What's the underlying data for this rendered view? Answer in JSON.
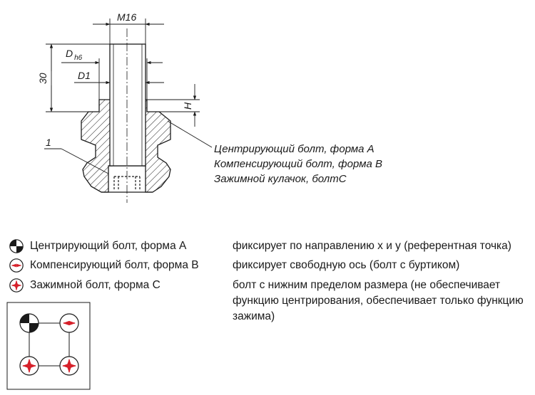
{
  "dimensions": {
    "thread": "M16",
    "d_outer": "D",
    "d_outer_tolerance": "h6",
    "d_inner": "D1",
    "height": "30",
    "h": "H"
  },
  "part_number": "1",
  "callouts": [
    "Центрирующий болт, форма A",
    "Компенсирующий болт, форма B",
    "Зажимной кулачок, болтC"
  ],
  "legend": [
    {
      "icon": "centering-bolt-icon",
      "name": "Центрирующий болт, форма A",
      "description": "фиксирует по направлению x и y (референтная точка)"
    },
    {
      "icon": "compensating-bolt-icon",
      "name": "Компенсирующий болт, форма B",
      "description": "фиксирует свободную ось (болт с буртиком)"
    },
    {
      "icon": "clamping-bolt-icon",
      "name": "Зажимной болт, форма C",
      "description": "болт с нижним пределом размера (не обеспечивает функцию центрирования, обеспечивает только функцию зажима)"
    }
  ],
  "colors": {
    "arrow": "#d6202a",
    "line": "#1a1a1a"
  }
}
